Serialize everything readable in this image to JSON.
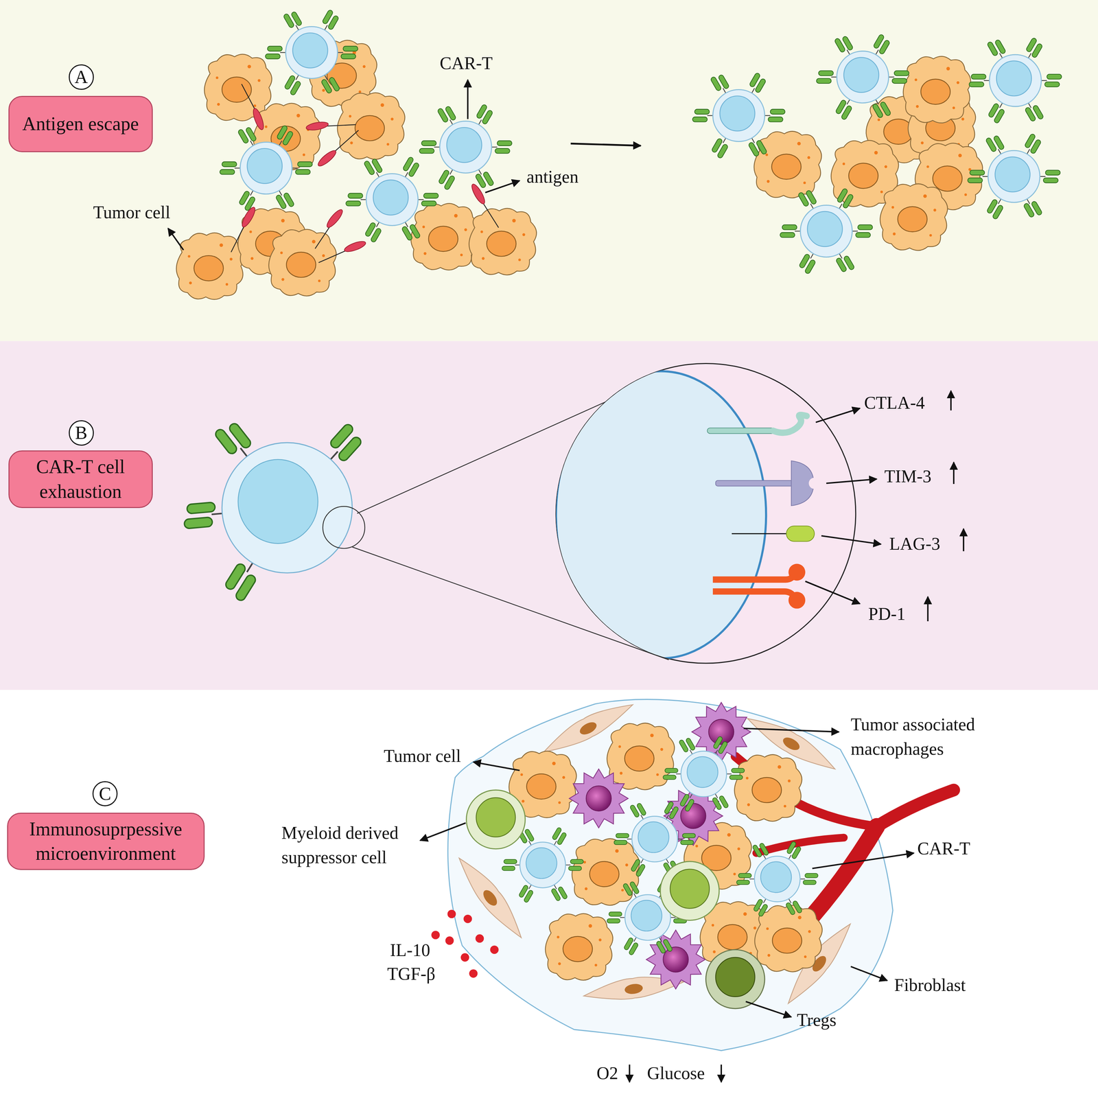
{
  "diagram": {
    "nodes": [
      {
        "text": [
          "A"
        ]
      },
      {
        "text": [
          "Antigen escape"
        ]
      },
      {
        "text": [
          "B"
        ]
      },
      {
        "text": [
          "CAR-T cell exhaustion"
        ]
      },
      {
        "text": [
          "C"
        ]
      },
      {
        "text": [
          "Immunosuprpessive microenvironment"
        ]
      }
    ],
    "labels": [
      "CAR-T",
      "antigen",
      "Tumor cell",
      "CTLA-4",
      "TIM-3",
      "LAG-3",
      "PD-1",
      "Tumor cell",
      "Tumor associated macrophages",
      "Myeloid derived suppressor cell",
      "CAR-T",
      "Fibroblast",
      "Tregs",
      "IL-10",
      "TGF-β",
      "O2",
      "Glucose"
    ]
  }
}
